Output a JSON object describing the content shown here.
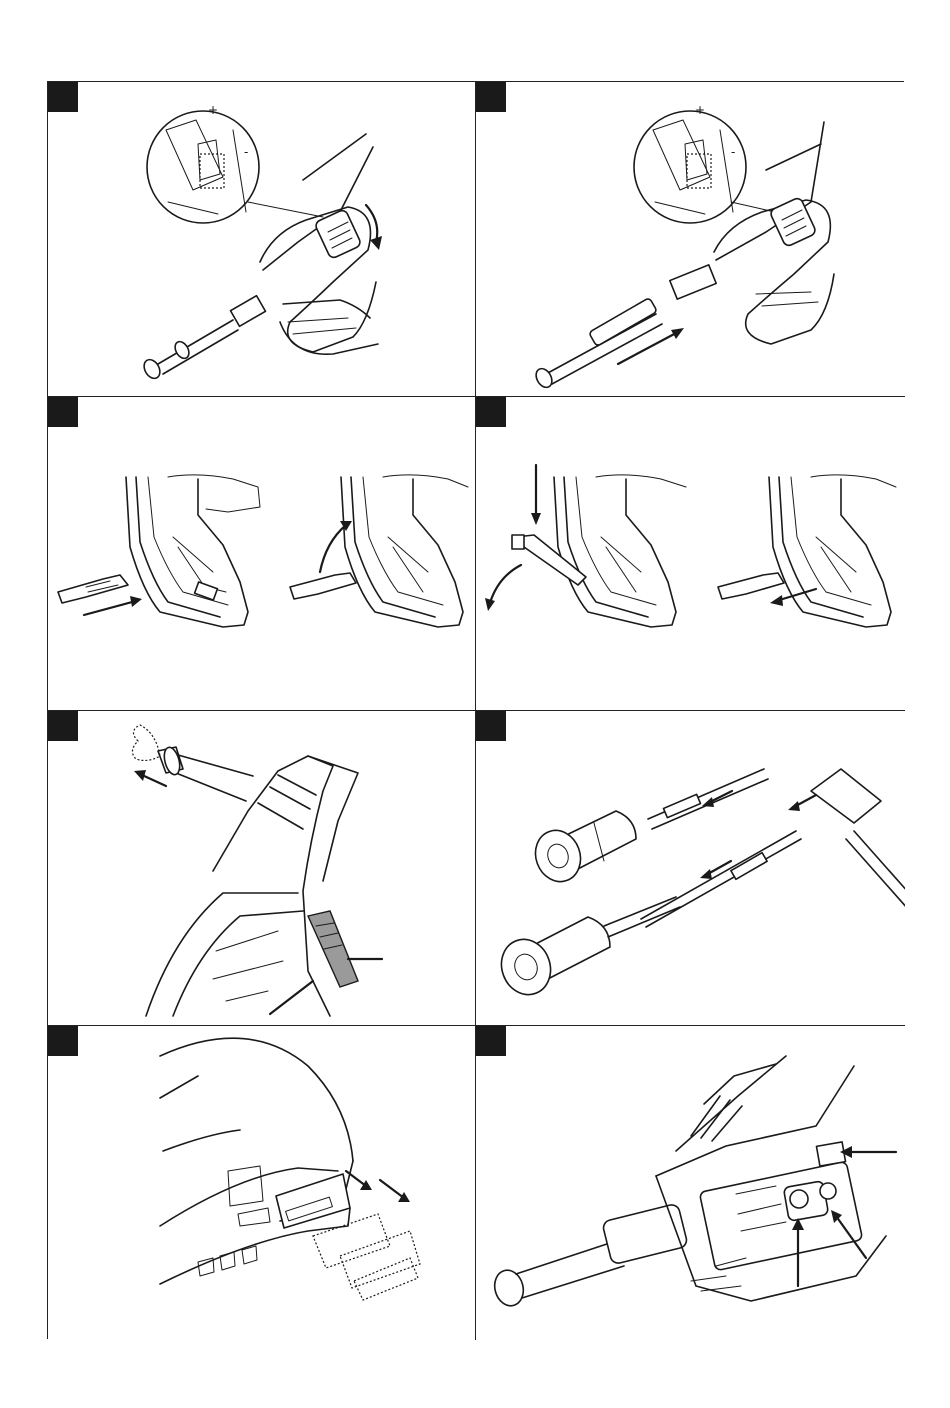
{
  "document": {
    "panel_count": 8,
    "marker_color": "#1a1a1a",
    "line_color": "#1a1a1a"
  },
  "panels": [
    {
      "id": 1,
      "content": "tool-with-battery-detail-rotation-arrow"
    },
    {
      "id": 2,
      "content": "tool-with-insert-arrow"
    },
    {
      "id": 3,
      "content": "cartridge-insert-and-swing"
    },
    {
      "id": 4,
      "content": "cartridge-press-and-remove"
    },
    {
      "id": 5,
      "content": "barrel-pull-and-latch"
    },
    {
      "id": 6,
      "content": "piston-and-hammer"
    },
    {
      "id": 7,
      "content": "cover-slide-out"
    },
    {
      "id": 8,
      "content": "mechanism-callouts"
    }
  ],
  "glyphs": {
    "plus_sign": "+",
    "minus_sign": "-"
  }
}
